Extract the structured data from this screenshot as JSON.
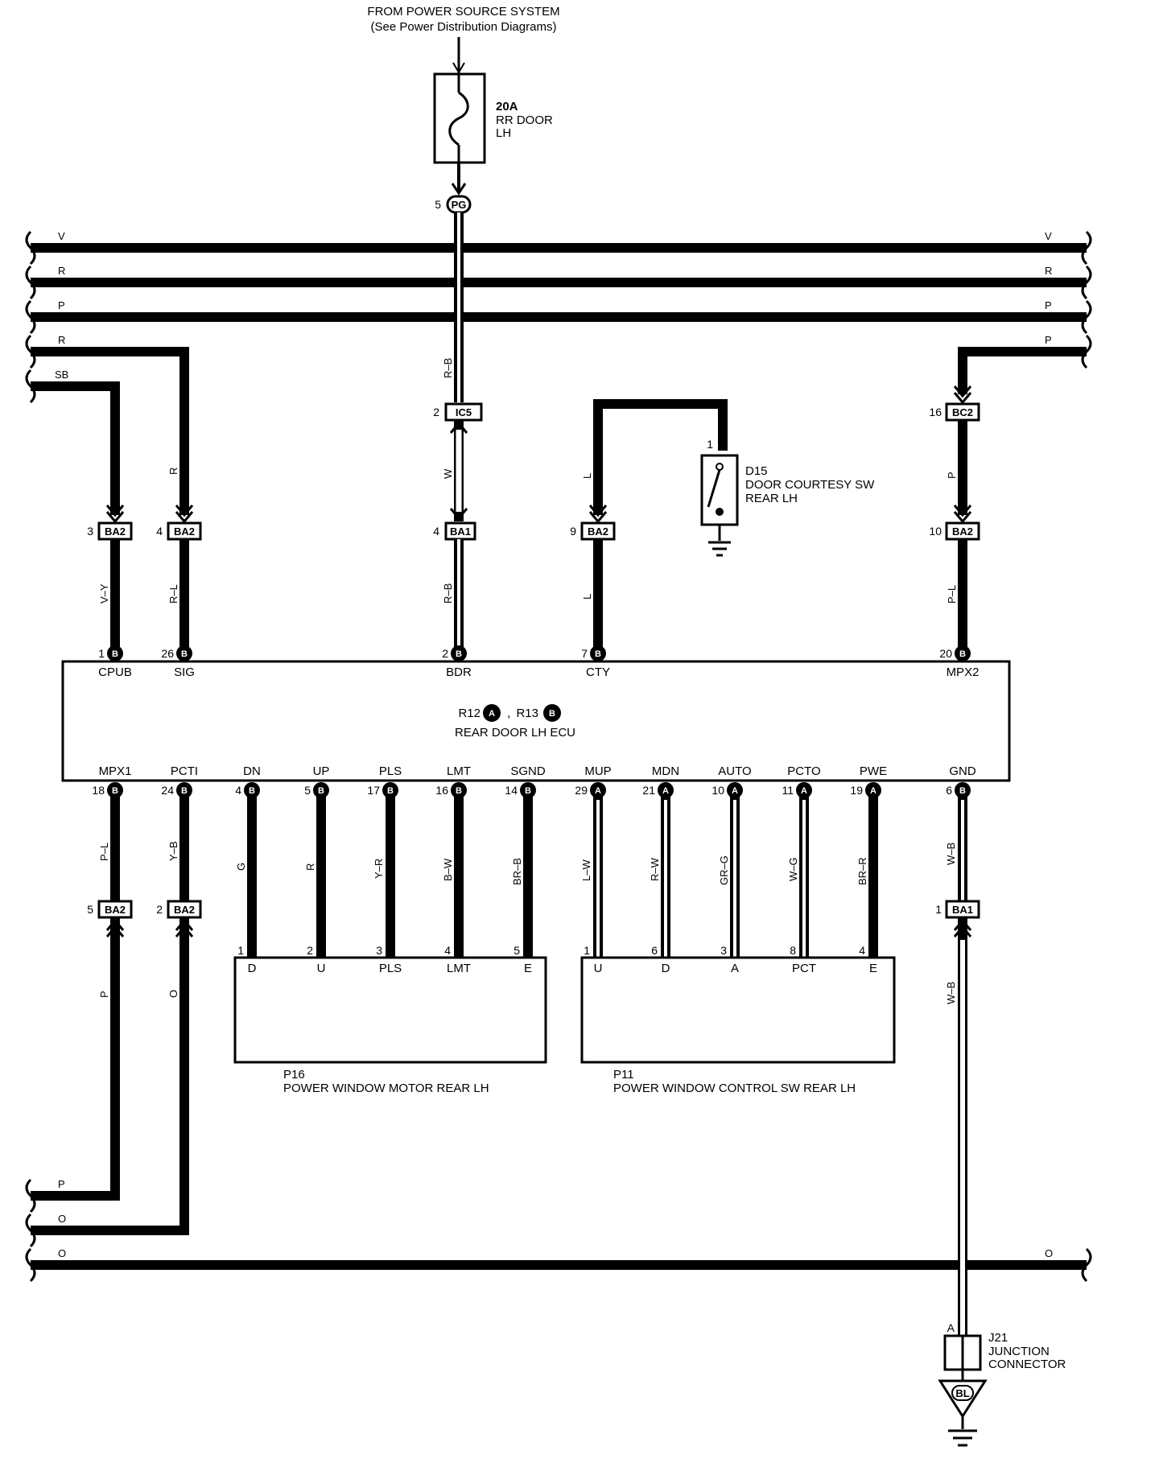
{
  "source": {
    "title": "FROM POWER SOURCE SYSTEM",
    "subtitle": "(See Power Distribution Diagrams)"
  },
  "fuse": {
    "rating": "20A",
    "name_line1": "RR DOOR",
    "name_line2": "LH"
  },
  "bus_wires": {
    "v": "V",
    "r": "R",
    "p": "P",
    "o": "O",
    "sb": "SB"
  },
  "connectors": {
    "pg": "PG",
    "ic5": "IC5",
    "ba1": "BA1",
    "ba2": "BA2",
    "bc2": "BC2",
    "a": "A",
    "b": "B",
    "bl": "BL"
  },
  "pins": {
    "pg": "5",
    "ic5": "2",
    "ba1_upper": "4",
    "ba2_sb": "3",
    "ba2_r": "4",
    "ba2_cty": "9",
    "bc2": "16",
    "ba2_mpx2": "10",
    "d15": "1",
    "ba2_mpx1": "5",
    "ba2_pcti": "2",
    "ba1_gnd": "1",
    "j21": "A"
  },
  "wire_colors": {
    "rb": "R–B",
    "w": "W",
    "r": "R",
    "vy": "V–Y",
    "rl": "R–L",
    "l": "L",
    "p": "P",
    "pl": "P–L",
    "yb": "Y–B",
    "o": "O",
    "g": "G",
    "yr": "Y–R",
    "bw": "B–W",
    "brb": "BR–B",
    "lw": "L–W",
    "rw": "R–W",
    "grg": "GR–G",
    "wg": "W–G",
    "brr": "BR–R",
    "wb": "W–B"
  },
  "ecu": {
    "ref_a": "R12",
    "ref_sep": ",",
    "ref_b": "R13",
    "name": "REAR DOOR LH ECU",
    "top_pins": [
      {
        "num": "1",
        "conn": "B",
        "name": "CPUB"
      },
      {
        "num": "26",
        "conn": "B",
        "name": "SIG"
      },
      {
        "num": "2",
        "conn": "B",
        "name": "BDR"
      },
      {
        "num": "7",
        "conn": "B",
        "name": "CTY"
      },
      {
        "num": "20",
        "conn": "B",
        "name": "MPX2"
      }
    ],
    "bottom_pins": [
      {
        "num": "18",
        "conn": "B",
        "name": "MPX1"
      },
      {
        "num": "24",
        "conn": "B",
        "name": "PCTI"
      },
      {
        "num": "4",
        "conn": "B",
        "name": "DN"
      },
      {
        "num": "5",
        "conn": "B",
        "name": "UP"
      },
      {
        "num": "17",
        "conn": "B",
        "name": "PLS"
      },
      {
        "num": "16",
        "conn": "B",
        "name": "LMT"
      },
      {
        "num": "14",
        "conn": "B",
        "name": "SGND"
      },
      {
        "num": "29",
        "conn": "A",
        "name": "MUP"
      },
      {
        "num": "21",
        "conn": "A",
        "name": "MDN"
      },
      {
        "num": "10",
        "conn": "A",
        "name": "AUTO"
      },
      {
        "num": "11",
        "conn": "A",
        "name": "PCTO"
      },
      {
        "num": "19",
        "conn": "A",
        "name": "PWE"
      },
      {
        "num": "6",
        "conn": "B",
        "name": "GND"
      }
    ]
  },
  "d15": {
    "ref": "D15",
    "line1": "DOOR COURTESY SW",
    "line2": "REAR LH"
  },
  "p16": {
    "ref": "P16",
    "name": "POWER WINDOW MOTOR REAR LH",
    "pins": [
      {
        "num": "1",
        "name": "D"
      },
      {
        "num": "2",
        "name": "U"
      },
      {
        "num": "3",
        "name": "PLS"
      },
      {
        "num": "4",
        "name": "LMT"
      },
      {
        "num": "5",
        "name": "E"
      }
    ]
  },
  "p11": {
    "ref": "P11",
    "name": "POWER WINDOW CONTROL SW REAR LH",
    "pins": [
      {
        "num": "1",
        "name": "U"
      },
      {
        "num": "6",
        "name": "D"
      },
      {
        "num": "3",
        "name": "A"
      },
      {
        "num": "8",
        "name": "PCT"
      },
      {
        "num": "4",
        "name": "E"
      }
    ]
  },
  "j21": {
    "ref": "J21",
    "line1": "JUNCTION",
    "line2": "CONNECTOR"
  }
}
